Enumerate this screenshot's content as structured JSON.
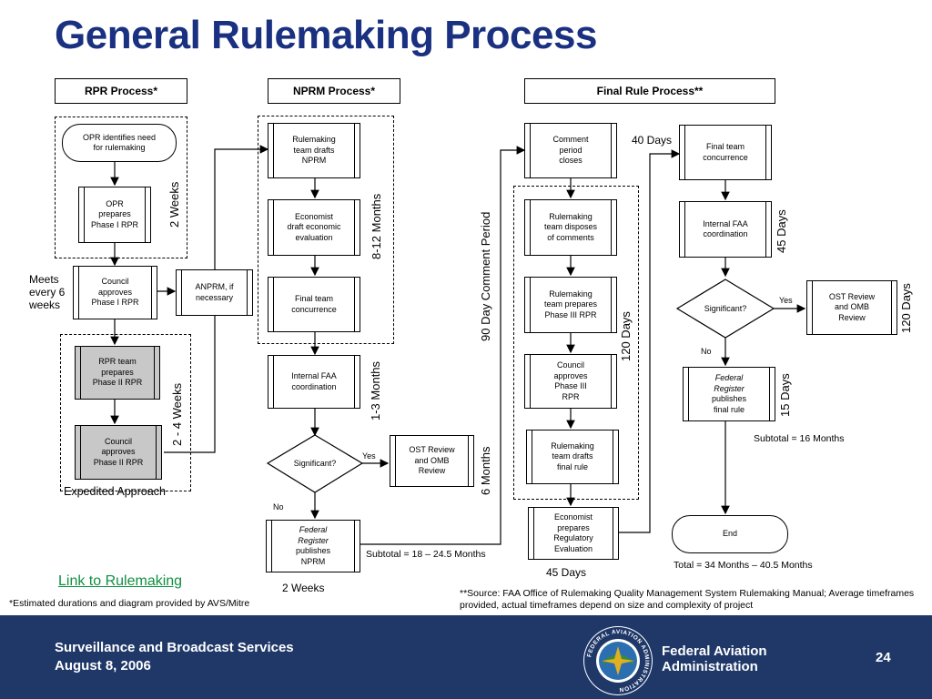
{
  "title": "General Rulemaking Process",
  "headers": {
    "rpr": "RPR Process*",
    "nprm": "NPRM Process*",
    "final": "Final Rule Process**"
  },
  "rpr": {
    "opr_identifies": "OPR identifies need for rulemaking",
    "opr_prepares": "OPR prepares Phase I RPR",
    "council_phase1": "Council approves Phase I RPR",
    "meets": "Meets every 6 weeks",
    "anprm": "ANPRM, if necessary",
    "team_phase2": "RPR team prepares Phase II RPR",
    "council_phase2": "Council approves Phase II RPR",
    "expedited": "Expedited Approach",
    "dur_2weeks": "2 Weeks",
    "dur_2_4weeks": "2 - 4 Weeks"
  },
  "nprm": {
    "drafts": "Rulemaking team drafts NPRM",
    "economist": "Economist draft economic evaluation",
    "final_team": "Final team concurrence",
    "internal": "Internal FAA coordination",
    "significant": "Significant?",
    "yes": "Yes",
    "no": "No",
    "ost": "OST Review and OMB Review",
    "fr_italic": "Federal Register",
    "fr_rest": "publishes NPRM",
    "dur_8_12": "8-12 Months",
    "dur_1_3": "1-3 Months",
    "dur_6m": "6 Months",
    "dur_2weeks": "2 Weeks",
    "subtotal": "Subtotal = 18 – 24.5 Months"
  },
  "comment": {
    "closes": "Comment period closes",
    "disposes": "Rulemaking team disposes of comments",
    "phase3": "Rulemaking team prepares Phase III RPR",
    "council3": "Council approves Phase III RPR",
    "drafts_final": "Rulemaking team drafts final rule",
    "economist": "Economist prepares Regulatory Evaluation",
    "dur_90": "90 Day Comment Period",
    "dur_120": "120 Days",
    "dur_45": "45 Days"
  },
  "final": {
    "dur_40": "40 Days",
    "final_team": "Final team concurrence",
    "internal": "Internal FAA coordination",
    "dur_45": "45 Days",
    "significant": "Significant?",
    "yes": "Yes",
    "no": "No",
    "ost": "OST Review and OMB Review",
    "dur_120": "120 Days",
    "fr_italic": "Federal Register",
    "fr_rest": "publishes final rule",
    "dur_15": "15 Days",
    "subtotal": "Subtotal = 16 Months",
    "end": "End",
    "total": "Total = 34 Months – 40.5 Months"
  },
  "link": "Link to Rulemaking",
  "footnote_est": "*Estimated durations and diagram provided by AVS/Mitre",
  "footnote_source": "**Source:  FAA Office of Rulemaking Quality Management System Rulemaking Manual; Average timeframes provided, actual timeframes depend on size and complexity of project",
  "footer": {
    "org_line1": "Surveillance and Broadcast Services",
    "org_line2": "August 8, 2006",
    "faa_line1": "Federal Aviation",
    "faa_line2": "Administration",
    "page": "24",
    "seal_text": "FEDERAL AVIATION ADMINISTRATION"
  },
  "colors": {
    "title": "#1a3080",
    "footer_bg": "#1f3868",
    "link": "#109040",
    "gray_box": "#c8c8c8"
  }
}
